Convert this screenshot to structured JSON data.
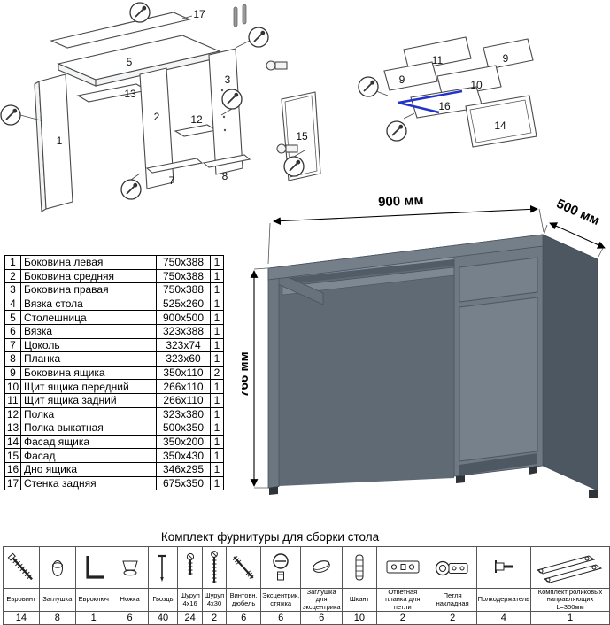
{
  "colors": {
    "desk_gray": "#6e7984",
    "desk_top_gray": "#8c97a2",
    "guide_highlight_blue": "#2233cc"
  },
  "dims": {
    "width": "900 мм",
    "depth": "500 мм",
    "height": "766 мм"
  },
  "exploded_main": {
    "callouts": {
      "c1": "1",
      "c2": "2",
      "c3": "3",
      "c5": "5",
      "c7": "7",
      "c8": "8",
      "c12": "12",
      "c13": "13",
      "c15": "15",
      "c17": "17"
    }
  },
  "exploded_drawer": {
    "callouts": {
      "c9a": "9",
      "c9b": "9",
      "c10": "10",
      "c11": "11",
      "c14": "14",
      "c16": "16"
    }
  },
  "parts": [
    {
      "num": "1",
      "name": "Боковина левая",
      "size": "750x388",
      "qty": "1"
    },
    {
      "num": "2",
      "name": "Боковина средняя",
      "size": "750x388",
      "qty": "1"
    },
    {
      "num": "3",
      "name": "Боковина правая",
      "size": "750x388",
      "qty": "1"
    },
    {
      "num": "4",
      "name": "Вязка стола",
      "size": "525x260",
      "qty": "1"
    },
    {
      "num": "5",
      "name": "Столешница",
      "size": "900x500",
      "qty": "1"
    },
    {
      "num": "6",
      "name": "Вязка",
      "size": "323x388",
      "qty": "1"
    },
    {
      "num": "7",
      "name": "Цоколь",
      "size": "323x74",
      "qty": "1"
    },
    {
      "num": "8",
      "name": "Планка",
      "size": "323x60",
      "qty": "1"
    },
    {
      "num": "9",
      "name": "Боковина ящика",
      "size": "350x110",
      "qty": "2"
    },
    {
      "num": "10",
      "name": "Щит ящика передний",
      "size": "266x110",
      "qty": "1"
    },
    {
      "num": "11",
      "name": "Щит ящика задний",
      "size": "266x110",
      "qty": "1"
    },
    {
      "num": "12",
      "name": "Полка",
      "size": "323x380",
      "qty": "1"
    },
    {
      "num": "13",
      "name": "Полка выкатная",
      "size": "500x350",
      "qty": "1"
    },
    {
      "num": "14",
      "name": "Фасад ящика",
      "size": "350x200",
      "qty": "1"
    },
    {
      "num": "15",
      "name": "Фасад",
      "size": "350x430",
      "qty": "1"
    },
    {
      "num": "16",
      "name": "Дно ящика",
      "size": "346x295",
      "qty": "1"
    },
    {
      "num": "17",
      "name": "Стенка задняя",
      "size": "675x350",
      "qty": "1"
    }
  ],
  "hardware": {
    "title": "Комплект фурнитуры для сборки стола",
    "items": [
      {
        "label": "Евровинт",
        "qty": "14"
      },
      {
        "label": "Заглушка",
        "qty": "8"
      },
      {
        "label": "Евроключ",
        "qty": "1"
      },
      {
        "label": "Ножка",
        "qty": "6"
      },
      {
        "label": "Гвоздь",
        "qty": "40"
      },
      {
        "label": "Шуруп 4x16",
        "qty": "24"
      },
      {
        "label": "Шуруп 4x30",
        "qty": "2"
      },
      {
        "label": "Винтовн. дюбель",
        "qty": "6"
      },
      {
        "label": "Эксцентрик. стяжка",
        "qty": "6"
      },
      {
        "label": "Заглушка для эксцентрика",
        "qty": "6"
      },
      {
        "label": "Шкант",
        "qty": "10"
      },
      {
        "label": "Ответная планка для петли",
        "qty": "2"
      },
      {
        "label": "Петля накладная",
        "qty": "2"
      },
      {
        "label": "Полкодержатель",
        "qty": "4"
      },
      {
        "label": "Комплект роликовых направляющих L=350мм",
        "qty": "1"
      }
    ]
  }
}
